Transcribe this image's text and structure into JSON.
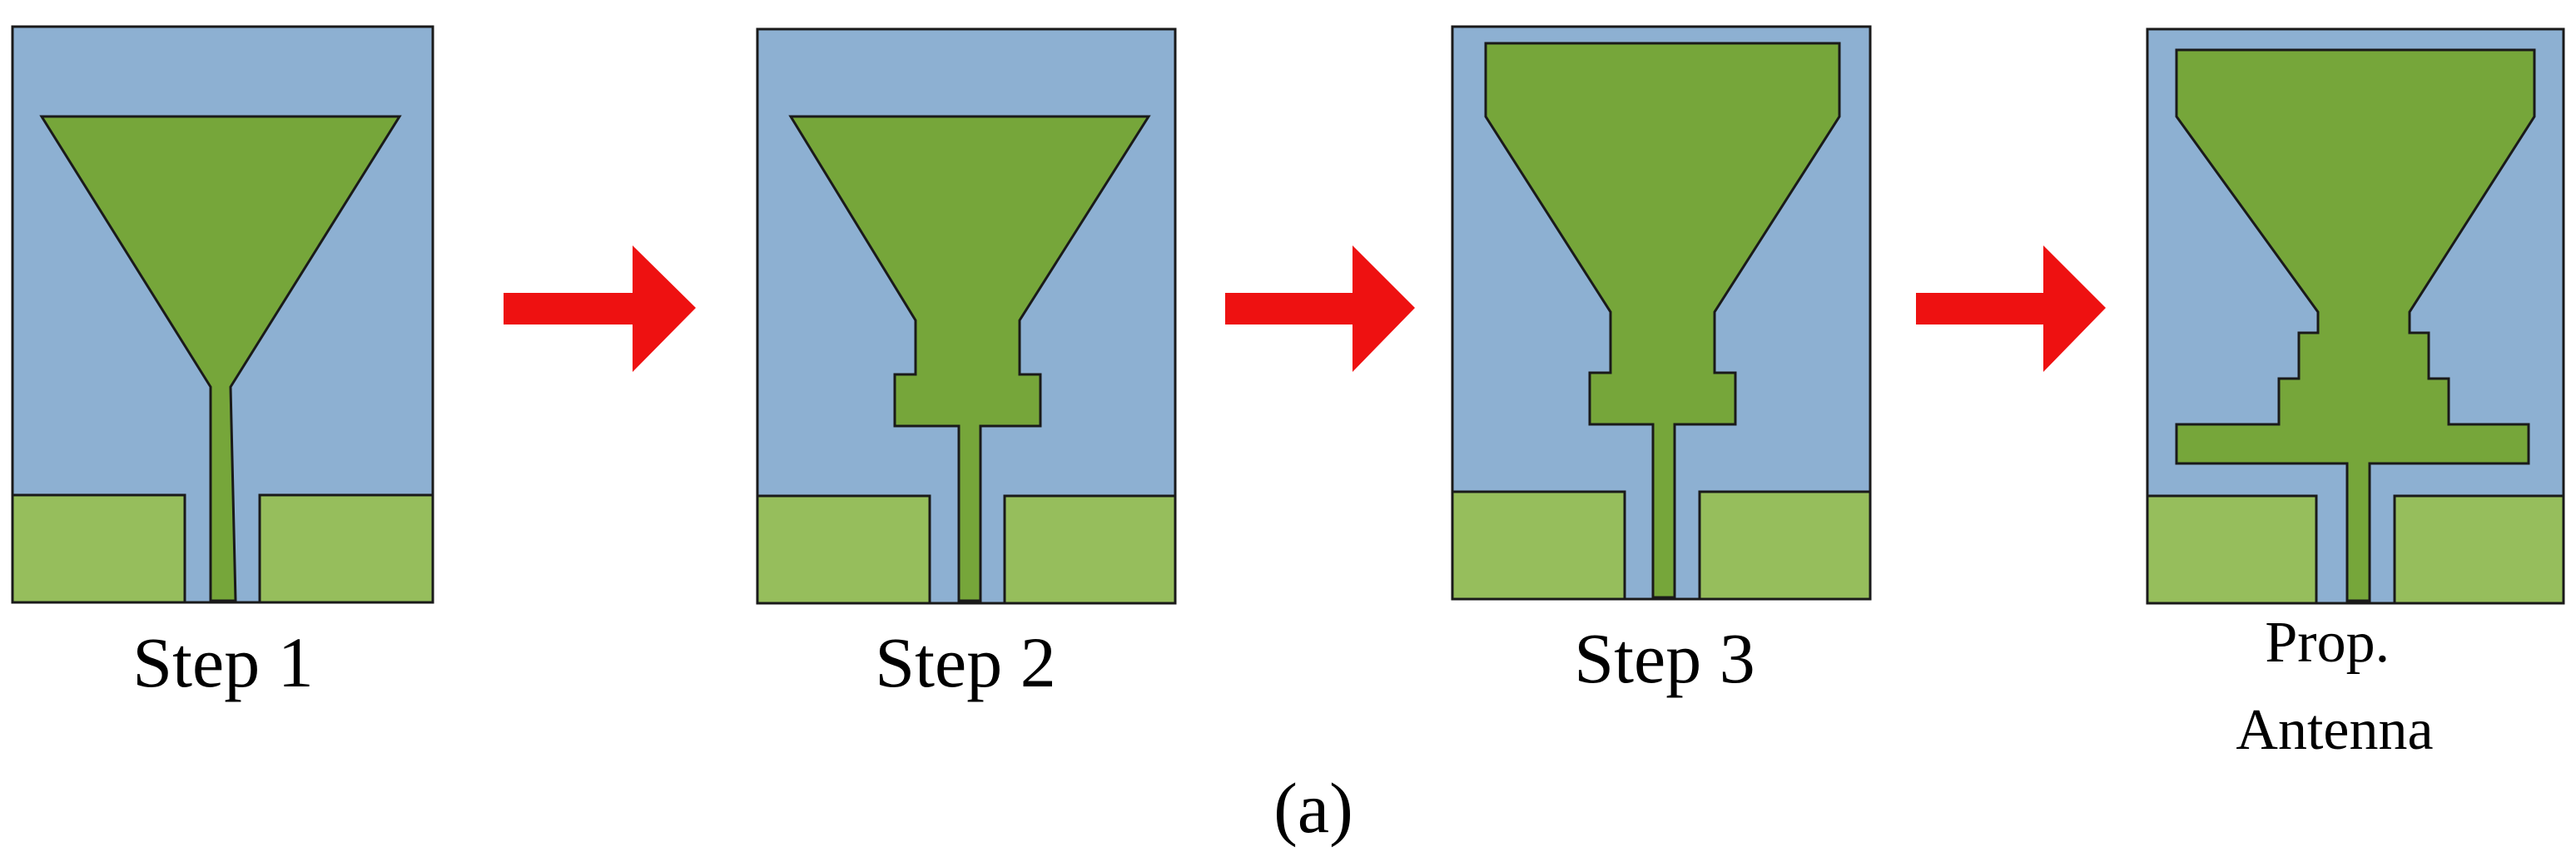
{
  "figure_label": "(a)",
  "colors": {
    "substrate": "#8DB0D2",
    "patch": "#76A63A",
    "ground": "#96BE5C",
    "outline": "#1A1A1A",
    "arrow": "#EE1111"
  },
  "arrows": [
    {
      "name": "arrow-step1-to-step2",
      "icon": "right-arrow-icon"
    },
    {
      "name": "arrow-step2-to-step3",
      "icon": "right-arrow-icon"
    },
    {
      "name": "arrow-step3-to-prop",
      "icon": "right-arrow-icon"
    }
  ],
  "panels": [
    {
      "id": "step-1",
      "caption_lines": [
        "Step 1"
      ]
    },
    {
      "id": "step-2",
      "caption_lines": [
        "Step 2"
      ]
    },
    {
      "id": "step-3",
      "caption_lines": [
        "Step 3"
      ]
    },
    {
      "id": "proposed-antenna",
      "caption_lines": [
        "Prop.",
        "Antenna"
      ]
    }
  ]
}
